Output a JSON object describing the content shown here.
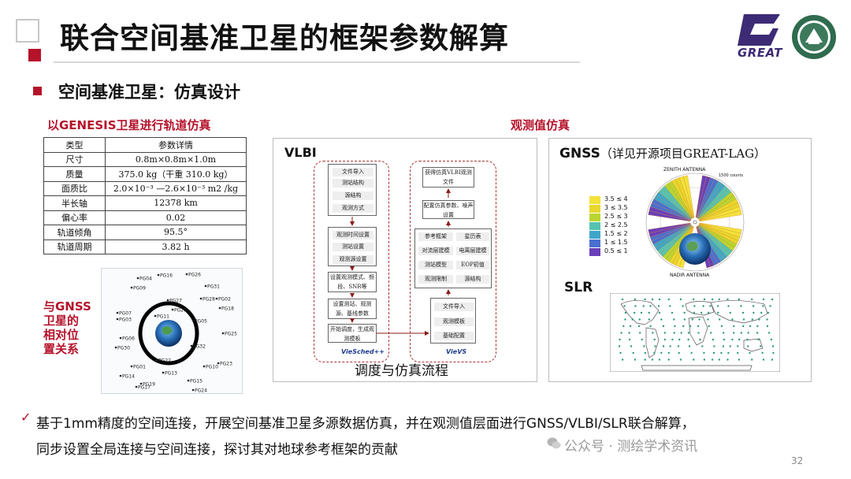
{
  "header": {
    "title": "联合空间基准卫星的框架参数解算",
    "subtitle": "空间基准卫星：仿真设计",
    "logo_text": "GREAT"
  },
  "left": {
    "section_title": "以GENESIS卫星进行轨道仿真",
    "table": {
      "headers": [
        "类型",
        "参数详情"
      ],
      "rows": [
        [
          "尺寸",
          "0.8m×0.8m×1.0m"
        ],
        [
          "质量",
          "375.0 kg（干重 310.0 kg）"
        ],
        [
          "面质比",
          "2.0×10⁻³ —2.6×10⁻³ m2 /kg"
        ],
        [
          "半长轴",
          "12378 km"
        ],
        [
          "偏心率",
          "0.02"
        ],
        [
          "轨道倾角",
          "95.5°"
        ],
        [
          "轨道周期",
          "3.82 h"
        ]
      ]
    },
    "relation_label": [
      "与GNSS",
      "卫星的",
      "相对位",
      "置关系"
    ],
    "sat_labels": [
      "PG04",
      "PG16",
      "PG26",
      "PG09",
      "PG31",
      "PG27",
      "PG28",
      "PG02",
      "PG07",
      "PG20",
      "PG18",
      "PG03",
      "PG11",
      "PG05",
      "PG25",
      "PG06",
      "PG32",
      "PG30",
      "PG22",
      "PG23",
      "PG01",
      "PG10",
      "PG14",
      "PG13",
      "PG19",
      "PG15",
      "PG17",
      "PG24"
    ]
  },
  "middle": {
    "section_title": "观测值仿真",
    "vlbi_label": "VLBI",
    "caption": "调度与仿真流程",
    "vie_sched": {
      "label": "VieSched++",
      "group1": [
        "文件导入",
        "测站结构",
        "源结构",
        "观测方式"
      ],
      "group2": [
        "观测时间设置",
        "测站设置",
        "观测源设置"
      ],
      "box3": "设置观测模式、频段、SNR等",
      "box4": "设置测站、观测源、基线参数",
      "box5": "开始调度，生成观测模板"
    },
    "vie_vs": {
      "label": "VieVS",
      "box1": "获得仿真VLBI观测文件",
      "box2": "配置仿真参数、噪声设置",
      "group2": [
        "参考框架",
        "星历表",
        "对流层建模",
        "电离层建模",
        "测站模型",
        "EOP初值",
        "观测限制",
        "源结构"
      ],
      "group3": [
        "文件导入",
        "观测模板",
        "基础配置"
      ]
    }
  },
  "right": {
    "gnss_label": "GNSS",
    "gnss_note": "（详见开源项目GREAT-LAG）",
    "zenith_label": "ZENITH ANTENNA",
    "nadir_label": "NADIR ANTENNA",
    "ring_label": "1500 counts",
    "legend": [
      {
        "text": "3.5 ≤ 4",
        "color": "#f2e23a"
      },
      {
        "text": "3 ≤ 3.5",
        "color": "#e8d62c"
      },
      {
        "text": "2.5 ≤ 3",
        "color": "#b9d531"
      },
      {
        "text": "2 ≤ 2.5",
        "color": "#56c3b0"
      },
      {
        "text": "1.5 ≤ 2",
        "color": "#3fa6c8"
      },
      {
        "text": "1 ≤ 1.5",
        "color": "#4a6fd0"
      },
      {
        "text": "0.5 ≤ 1",
        "color": "#6a3fb8"
      }
    ],
    "slr_label": "SLR"
  },
  "footer": {
    "line1": "基于1mm精度的空间连接，开展空间基准卫星多源数据仿真，并在观测值层面进行GNSS/VLBI/SLR联合解算，",
    "line2": "同步设置全局连接与空间连接，探讨其对地球参考框架的贡献",
    "watermark": "公众号 · 测绘学术资讯",
    "page_number": "32"
  }
}
